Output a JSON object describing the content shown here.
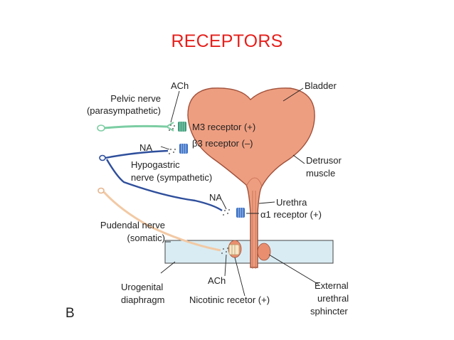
{
  "title": "RECEPTORS",
  "panel_letter": "B",
  "labels": {
    "ach_top": "ACh",
    "pelvic_nerve_1": "Pelvic nerve",
    "pelvic_nerve_2": "(parasympathetic)",
    "bladder": "Bladder",
    "m3_receptor": "M3 receptor (+)",
    "beta3_receptor": "β3 receptor (–)",
    "na_top": "NA",
    "hypogastric_1": "Hypogastric",
    "hypogastric_2": "nerve (sympathetic)",
    "detrusor_1": "Detrusor",
    "detrusor_2": "muscle",
    "na_mid": "NA",
    "urethra": "Urethra",
    "alpha1_receptor": "α1 receptor (+)",
    "pudendal_1": "Pudendal nerve",
    "pudendal_2": "(somatic)",
    "ach_bottom": "ACh",
    "urogenital_1": "Urogenital",
    "urogenital_2": "diaphragm",
    "nicotinic": "Nicotinic recetor (+)",
    "external_1": "External",
    "external_2": "urethral",
    "external_3": "sphincter"
  },
  "colors": {
    "title": "#e5201c",
    "bladder_fill": "#ee9e80",
    "bladder_stroke": "#a0503a",
    "pelvic_nerve": "#7ccda3",
    "hypogastric_nerve": "#2f4f9c",
    "pudendal_nerve": "#f2c9a4",
    "receptor_green": "#3d9a7a",
    "receptor_blue": "#3a6fc4",
    "diaphragm_fill": "#d9ecf3",
    "sphincter": "#e98f6f"
  }
}
